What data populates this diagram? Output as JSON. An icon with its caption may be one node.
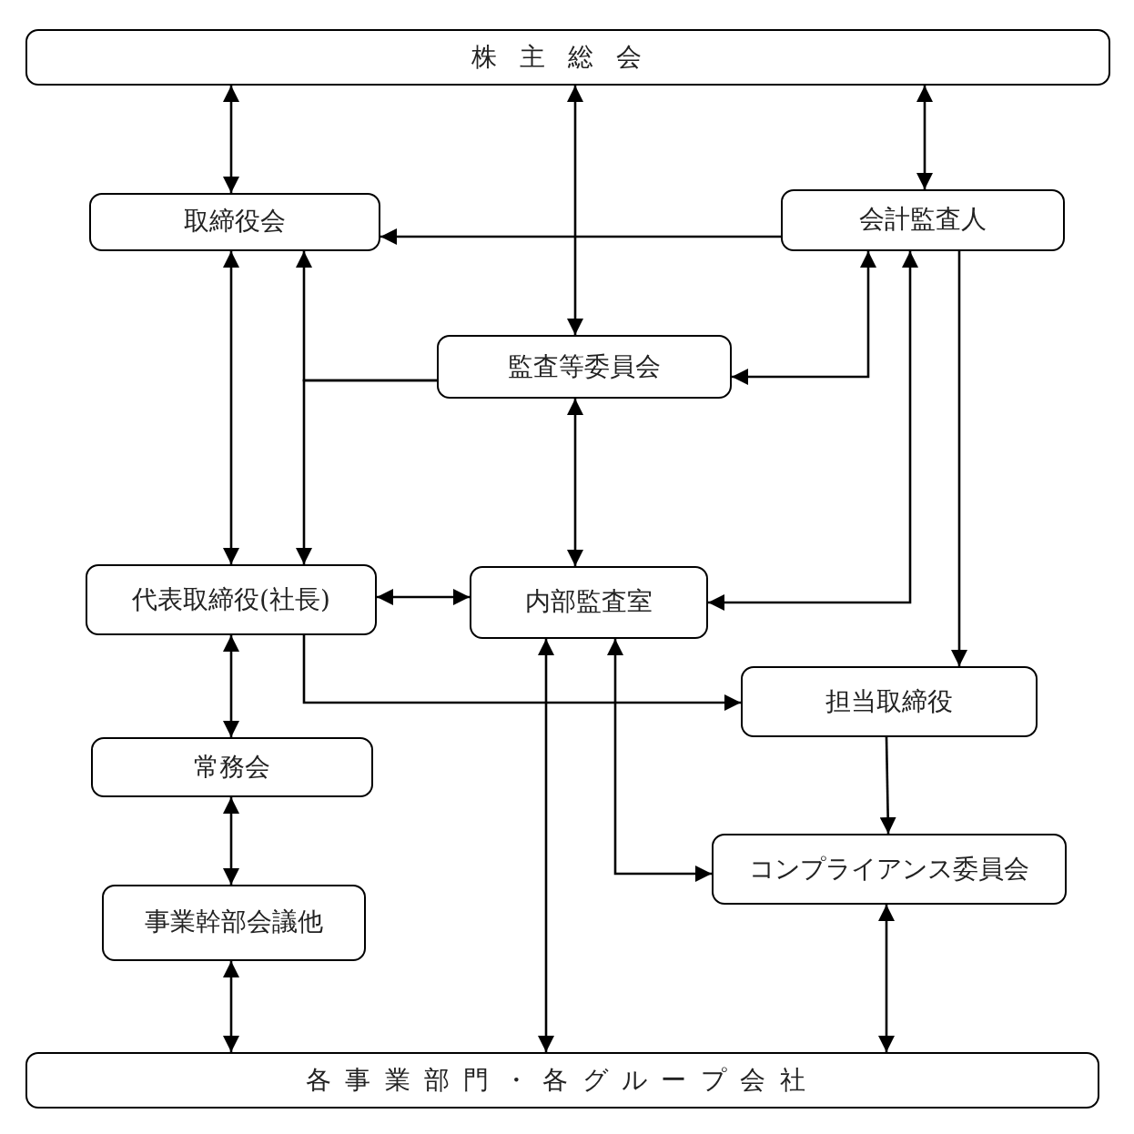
{
  "diagram": {
    "nodes": [
      {
        "text": [
          "株主総会"
        ]
      },
      {
        "text": [
          "取締役会"
        ]
      },
      {
        "text": [
          "会計監査人"
        ]
      },
      {
        "text": [
          "監査等委員会"
        ]
      },
      {
        "text": [
          "代表取締役(社長)"
        ]
      },
      {
        "text": [
          "内部監査室"
        ]
      },
      {
        "text": [
          "担当取締役"
        ]
      },
      {
        "text": [
          "常務会"
        ]
      },
      {
        "text": [
          "事業幹部会議他"
        ]
      },
      {
        "text": [
          "コンプライアンス委員会"
        ]
      },
      {
        "text": [
          "各事業部門・各グループ会社"
        ]
      }
    ],
    "edges": [
      {
        "from": 0,
        "to": 1,
        "arrow": "both"
      },
      {
        "from": 0,
        "to": 3,
        "arrow": "both"
      },
      {
        "from": 0,
        "to": 2,
        "arrow": "both"
      },
      {
        "from": 2,
        "to": 1,
        "arrow": "to"
      },
      {
        "from": 1,
        "to": 4,
        "arrow": "both"
      },
      {
        "from": 3,
        "to": 4,
        "arrow": "to"
      },
      {
        "from": 3,
        "to": 1,
        "arrow": "to"
      },
      {
        "from": 3,
        "to": 2,
        "arrow": "both"
      },
      {
        "from": 3,
        "to": 5,
        "arrow": "both"
      },
      {
        "from": 4,
        "to": 5,
        "arrow": "both"
      },
      {
        "from": 5,
        "to": 2,
        "arrow": "both"
      },
      {
        "from": 2,
        "to": 6,
        "arrow": "to"
      },
      {
        "from": 4,
        "to": 6,
        "arrow": "to"
      },
      {
        "from": 4,
        "to": 7,
        "arrow": "both"
      },
      {
        "from": 7,
        "to": 8,
        "arrow": "both"
      },
      {
        "from": 8,
        "to": 10,
        "arrow": "both"
      },
      {
        "from": 5,
        "to": 10,
        "arrow": "both"
      },
      {
        "from": 5,
        "to": 9,
        "arrow": "both"
      },
      {
        "from": 6,
        "to": 9,
        "arrow": "to"
      },
      {
        "from": 9,
        "to": 10,
        "arrow": "both"
      }
    ]
  }
}
